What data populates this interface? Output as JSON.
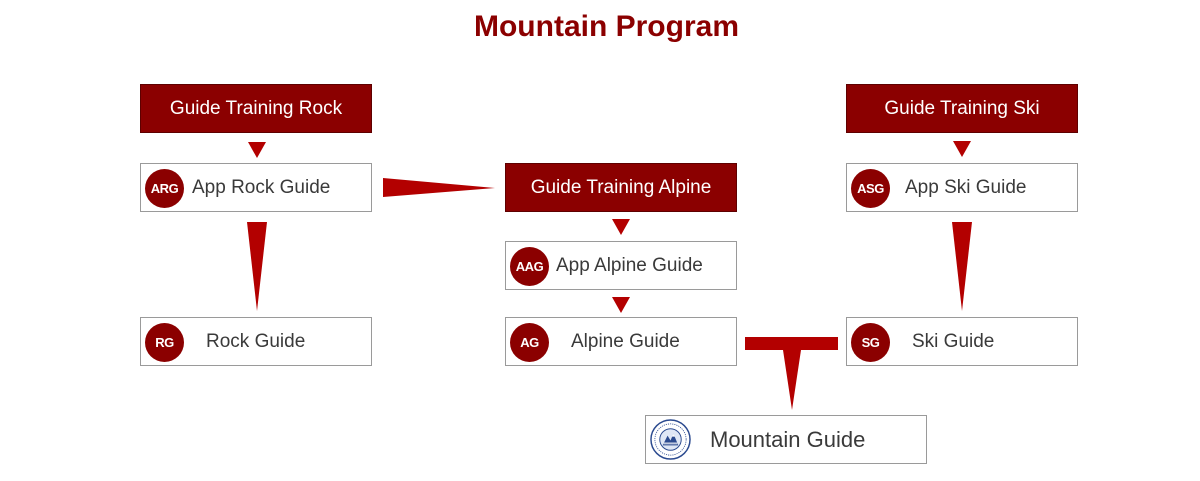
{
  "title": "Mountain Program",
  "colors": {
    "accent": "#8b0000",
    "arrow": "#b30000"
  },
  "nodes": {
    "gtr": {
      "label": "Guide Training Rock"
    },
    "gts": {
      "label": "Guide Training Ski"
    },
    "gta": {
      "label": "Guide Training Alpine"
    },
    "arg": {
      "badge": "ARG",
      "label": "App Rock Guide"
    },
    "asg": {
      "badge": "ASG",
      "label": "App Ski Guide"
    },
    "aag": {
      "badge": "AAG",
      "label": "App Alpine Guide"
    },
    "rg": {
      "badge": "RG",
      "label": "Rock Guide"
    },
    "ag": {
      "badge": "AG",
      "label": "Alpine Guide"
    },
    "sg": {
      "badge": "SG",
      "label": "Ski Guide"
    },
    "mg": {
      "icon": "ivbv-seal-icon",
      "label": "Mountain Guide"
    }
  }
}
